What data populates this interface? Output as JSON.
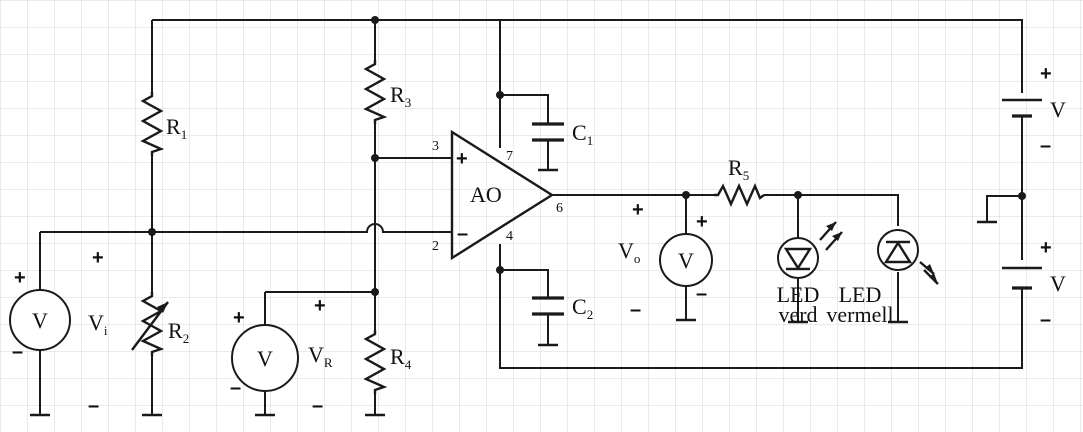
{
  "colors": {
    "grid": "#c9d9ee",
    "ink": "#1a1a1a",
    "paper": "#ffffff"
  },
  "components": {
    "r1": {
      "name": "R",
      "sub": "1"
    },
    "r2": {
      "name": "R",
      "sub": "2"
    },
    "r3": {
      "name": "R",
      "sub": "3"
    },
    "r4": {
      "name": "R",
      "sub": "4"
    },
    "r5": {
      "name": "R",
      "sub": "5"
    },
    "c1": {
      "name": "C",
      "sub": "1"
    },
    "c2": {
      "name": "C",
      "sub": "2"
    },
    "opamp": {
      "name": "AO",
      "pin_plus": "3",
      "pin_minus": "2",
      "pin_out": "6",
      "pin_vpos": "7",
      "pin_vneg": "4",
      "in_plus": "+",
      "in_minus": "–"
    },
    "led_green": {
      "line1": "LED",
      "line2": "verd"
    },
    "led_red": {
      "line1": "LED",
      "line2": "vermell"
    },
    "meter_symbol": "V",
    "vi": {
      "name": "V",
      "sub": "i"
    },
    "vr": {
      "name": "V",
      "sub": "R"
    },
    "vo": {
      "name": "V",
      "sub": "o"
    },
    "supply_top": {
      "name": "V"
    },
    "supply_bottom": {
      "name": "V"
    }
  },
  "polarity": {
    "plus": "+",
    "minus": "–"
  }
}
